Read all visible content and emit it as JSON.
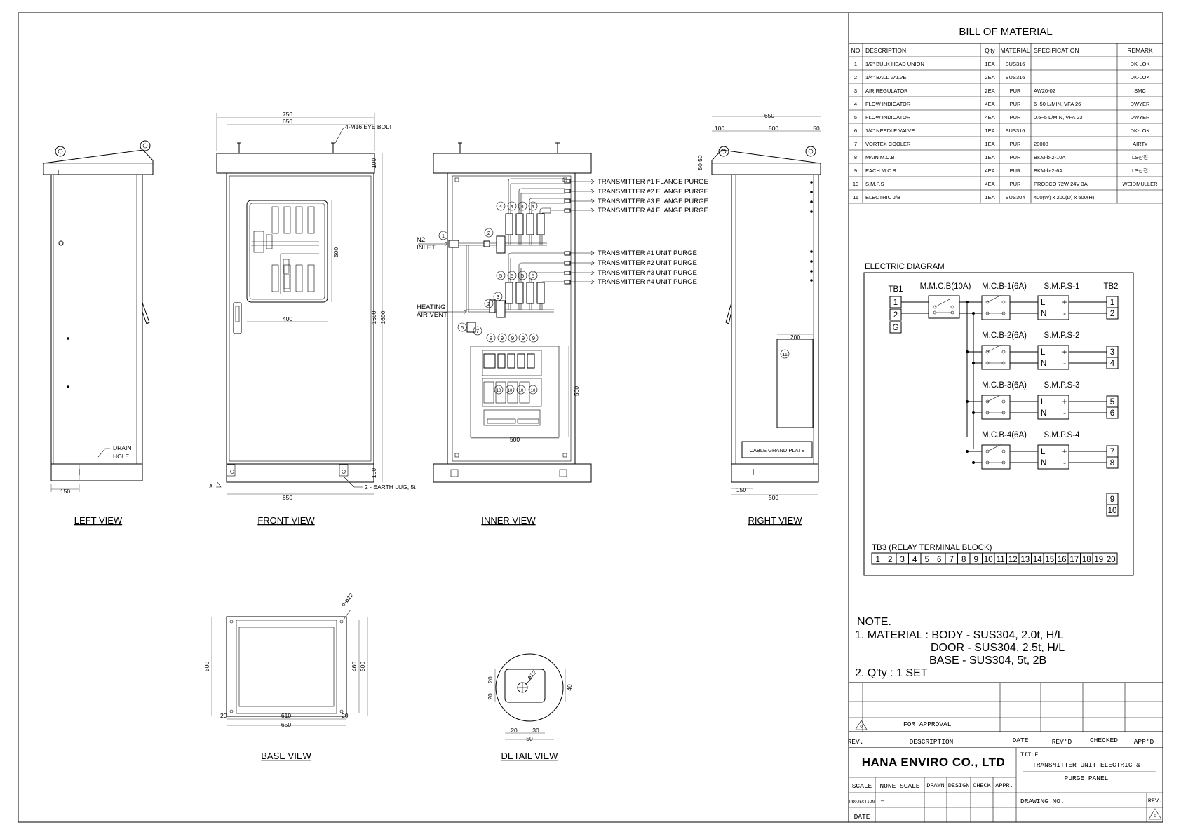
{
  "views": {
    "left": "LEFT VIEW",
    "front": "FRONT VIEW",
    "inner": "INNER VIEW",
    "right": "RIGHT VIEW",
    "base": "BASE VIEW",
    "detail": "DETAIL VIEW"
  },
  "dims": {
    "d750": "750",
    "d650": "650",
    "d100": "100",
    "d500": "500",
    "d1600": "1600",
    "d400": "400",
    "d200": "200",
    "d150": "150",
    "d50": "50",
    "d50_50": "50 50",
    "d610": "610",
    "d460": "460",
    "d20": "20",
    "d30": "30",
    "d40": "40",
    "hole12": "ø12",
    "base_hole": "4-ø12"
  },
  "callouts": {
    "eye_bolt": "4-M16 EYE BOLT",
    "drain1": "DRAIN",
    "drain2": "HOLE",
    "earth_lug": "2 - EARTH LUG, 5t",
    "a_mark": "A",
    "n2_1": "N2",
    "n2_2": "INLET",
    "heat_1": "HEATING",
    "heat_2": "AIR VENT",
    "cable_plate": "CABLE GRAND PLATE"
  },
  "purge_lines": [
    "TRANSMITTER #1 FLANGE PURGE",
    "TRANSMITTER #2 FLANGE PURGE",
    "TRANSMITTER #3 FLANGE PURGE",
    "TRANSMITTER #4 FLANGE PURGE",
    "TRANSMITTER #1 UNIT PURGE",
    "TRANSMITTER #2 UNIT PURGE",
    "TRANSMITTER #3 UNIT PURGE",
    "TRANSMITTER #4 UNIT PURGE"
  ],
  "bubbles": [
    "1",
    "2",
    "3",
    "4",
    "5",
    "6",
    "7",
    "8",
    "9",
    "10",
    "11"
  ],
  "bom": {
    "title": "BILL OF MATERIAL",
    "headers": [
      "NO",
      "DESCRIPTION",
      "Q'ty",
      "MATERIAL",
      "SPECIFICATION",
      "REMARK"
    ],
    "rows": [
      [
        "1",
        "1/2\" BULK HEAD UNION",
        "1EA",
        "SUS316",
        "",
        "DK-LOK"
      ],
      [
        "2",
        "1/4\" BALL VALVE",
        "2EA",
        "SUS316",
        "",
        "DK-LOK"
      ],
      [
        "3",
        "AIR REGULATOR",
        "2EA",
        "PUR",
        "AW20-02",
        "SMC"
      ],
      [
        "4",
        "FLOW INDICATOR",
        "4EA",
        "PUR",
        "6~50 L/MIN, VFA 26",
        "DWYER"
      ],
      [
        "5",
        "FLOW INDICATOR",
        "4EA",
        "PUR",
        "0.6~5 L/MIN, VFA 23",
        "DWYER"
      ],
      [
        "6",
        "1/4\" NEEDLE VALVE",
        "1EA",
        "SUS316",
        "",
        "DK-LOK"
      ],
      [
        "7",
        "VORTEX COOLER",
        "1EA",
        "PUR",
        "20008",
        "AIRTx"
      ],
      [
        "8",
        "MAIN M.C.B",
        "1EA",
        "PUR",
        "BKM-b-2-10A",
        "LS산전"
      ],
      [
        "9",
        "EACH M.C.B",
        "4EA",
        "PUR",
        "BKM-b-2-6A",
        "LS산전"
      ],
      [
        "10",
        "S.M.P.S",
        "4EA",
        "PUR",
        "PROECO 72W 24V 3A",
        "WEIDMULLER"
      ],
      [
        "11",
        "ELECTRIC J/B",
        "1EA",
        "SUS304",
        "400(W) x 200(D) x 500(H)",
        ""
      ]
    ]
  },
  "electric": {
    "title": "ELECTRIC DIAGRAM",
    "tb1": "TB1",
    "tb2": "TB2",
    "mmcb": "M.M.C.B(10A)",
    "mcb": [
      "M.C.B-1(6A)",
      "M.C.B-2(6A)",
      "M.C.B-3(6A)",
      "M.C.B-4(6A)"
    ],
    "smps": [
      "S.M.P.S-1",
      "S.M.P.S-2",
      "S.M.P.S-3",
      "S.M.P.S-4"
    ],
    "tb1_terms": [
      "1",
      "2",
      "G"
    ],
    "tb2_terms": [
      "1",
      "2",
      "3",
      "4",
      "5",
      "6",
      "7",
      "8",
      "9",
      "10"
    ],
    "L": "L",
    "N": "N",
    "plus": "+",
    "minus": "-",
    "tb3_title": "TB3 (RELAY TERMINAL BLOCK)",
    "tb3_terms": [
      "1",
      "2",
      "3",
      "4",
      "5",
      "6",
      "7",
      "8",
      "9",
      "10",
      "11",
      "12",
      "13",
      "14",
      "15",
      "16",
      "17",
      "18",
      "19",
      "20"
    ]
  },
  "notes": {
    "title": "NOTE.",
    "l1": "1. MATERIAL : BODY - SUS304, 2.0t, H/L",
    "l2": "DOOR - SUS304, 2.5t, H/L",
    "l3": "BASE - SUS304, 5t, 2B",
    "l4": "2. Q'ty :  1 SET"
  },
  "title_block": {
    "rev_mark": "0",
    "for_approval": "FOR APPROVAL",
    "rev": "REV.",
    "description": "DESCRIPTION",
    "date": "DATE",
    "revd": "REV'D",
    "checked": "CHECKED",
    "appd": "APP'D",
    "company": "HANA ENVIRO CO., LTD",
    "title_label": "TITLE",
    "title1": "TRANSMITTER UNIT ELECTRIC &",
    "title2": "PURGE PANEL",
    "scale": "SCALE",
    "none_scale": "NONE SCALE",
    "drawn": "DRAWN",
    "design": "DESIGN",
    "check": "CHECK",
    "appr": "APPR.",
    "projection": "PROJECTION",
    "projection_val": "—",
    "date_label": "DATE",
    "drawing_no": "DRAWING NO.",
    "rev2": "REV.",
    "rev_mark2": "0"
  }
}
